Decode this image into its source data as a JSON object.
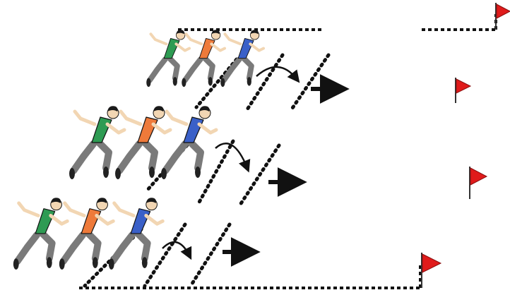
{
  "diagram": {
    "colors": {
      "background": "#ffffff",
      "line": "#111111",
      "flag": "#e01b1b",
      "pole": "#333333",
      "runner_green": "#2e9b53",
      "runner_orange": "#ee7a3a",
      "runner_blue": "#3a60c8",
      "runner_pants": "#7a7a7a",
      "runner_skin": "#f2d6b3",
      "runner_hair": "#1a1a1a",
      "runner_shoes": "#222222"
    },
    "groups": [
      {
        "runners": [
          {
            "shirt": "green"
          },
          {
            "shirt": "orange"
          },
          {
            "shirt": "blue"
          }
        ],
        "has_curved_arrow": true,
        "has_straight_arrow": true,
        "has_flag": true
      },
      {
        "runners": [
          {
            "shirt": "green"
          },
          {
            "shirt": "orange"
          },
          {
            "shirt": "blue"
          }
        ],
        "has_curved_arrow": true,
        "has_straight_arrow": true,
        "has_flag": true
      },
      {
        "runners": [
          {
            "shirt": "green"
          },
          {
            "shirt": "orange"
          },
          {
            "shirt": "blue"
          }
        ],
        "has_curved_arrow": true,
        "has_straight_arrow": true,
        "has_flag": true
      }
    ],
    "elements": {
      "top_boundary": "dotted-line",
      "bottom_boundary": "dotted-line",
      "finish_flags": 4,
      "diagonal_exchange_lines": 9
    }
  }
}
